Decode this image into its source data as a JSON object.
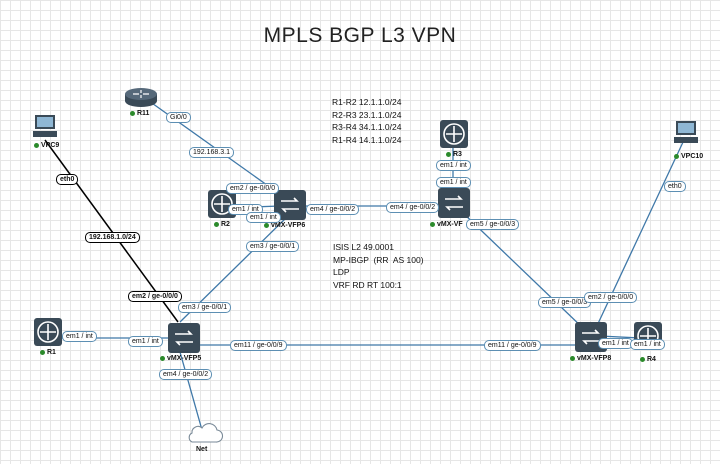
{
  "title": "MPLS BGP L3 VPN",
  "subnets": [
    "R1-R2 12.1.1.0/24",
    "R2-R3 23.1.1.0/24",
    "R3-R4 34.1.1.0/24",
    "R1-R4 14.1.1.0/24"
  ],
  "protocols": [
    "ISIS L2 49.0001",
    "",
    "MP-IBGP  (RR  AS 100)",
    "LDP",
    "",
    "VRF RD RT 100:1"
  ],
  "devices": {
    "r11": "R11",
    "vpc9": "VPC9",
    "r2": "R2",
    "vmx_vfp6": "vMX-VFP6",
    "r3": "R3",
    "vmx_vfp7": "vMX-VF",
    "vpc10": "VPC10",
    "r1": "R1",
    "vmx_vfp5": "vMX-VFP5",
    "vmx_vfp8": "vMX-VFP8",
    "r4": "R4",
    "net": "Net"
  },
  "links": {
    "r11_gi": "Gi0/0",
    "r11_net": "192.168.3.1",
    "vpc9_eth0": "eth0",
    "vpc9_net": "192.168.1.0/24",
    "r2_em1": "em1 / int",
    "r2_em1b": "em1 / int",
    "vfp6_em2": "em2 / ge-0/0/0",
    "vfp6_em4": "em4 / ge-0/0/2",
    "vfp6_em3": "em3 / ge-0/0/1",
    "r3_em1": "em1 / int",
    "vfp7_em1": "em1 / int",
    "vfp7_em4": "em4 / ge-0/0/2",
    "vfp7_em5": "em5 / ge-0/0/3",
    "vpc10_eth0": "eth0",
    "vfp5_em2": "em2 / ge-0/0/0",
    "vfp5_em3": "em3 / ge-0/0/1",
    "r1_em1": "em1 / int",
    "vfp5_em1": "em1 / int",
    "vfp5_em11": "em11 / ge-0/0/9",
    "vfp5_em4": "em4 / ge-0/0/2",
    "vfp8_em5": "em5 / ge-0/0/3",
    "vfp8_em2": "em2 / ge-0/0/0",
    "vfp8_em11": "em11 / ge-0/0/9",
    "vfp8_em1": "em1 / int",
    "r4_em1": "em1 / int"
  }
}
